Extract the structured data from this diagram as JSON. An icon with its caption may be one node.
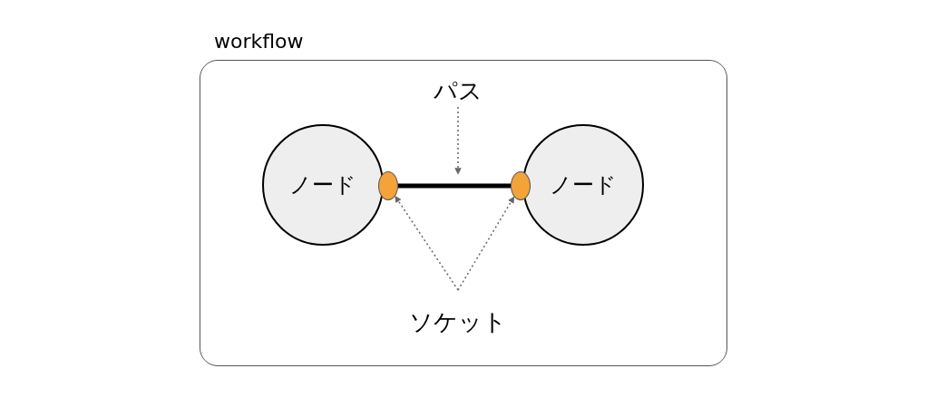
{
  "diagram": {
    "nodes": [
      {
        "text": [
          "workflow"
        ]
      },
      {
        "text": [
          "ノード"
        ],
        "in": 0
      },
      {
        "text": [
          "ノード"
        ],
        "in": 0
      },
      {
        "text": [],
        "shape": "circle",
        "in": 0
      },
      {
        "text": [],
        "shape": "circle",
        "in": 0
      },
      {
        "text": [
          "パス"
        ],
        "in": 0
      },
      {
        "text": [
          "ソケット"
        ],
        "in": 0
      }
    ],
    "edges": [
      {
        "from": 3,
        "to": 4,
        "arrow": "none",
        "style": "thick",
        "color": "#000000"
      },
      {
        "from": 5,
        "to": null,
        "arrow": "to",
        "style": "dashed"
      },
      {
        "from": 6,
        "to": 3,
        "arrow": "to",
        "style": "dashed"
      },
      {
        "from": 6,
        "to": 4,
        "arrow": "to",
        "style": "dashed"
      }
    ]
  }
}
